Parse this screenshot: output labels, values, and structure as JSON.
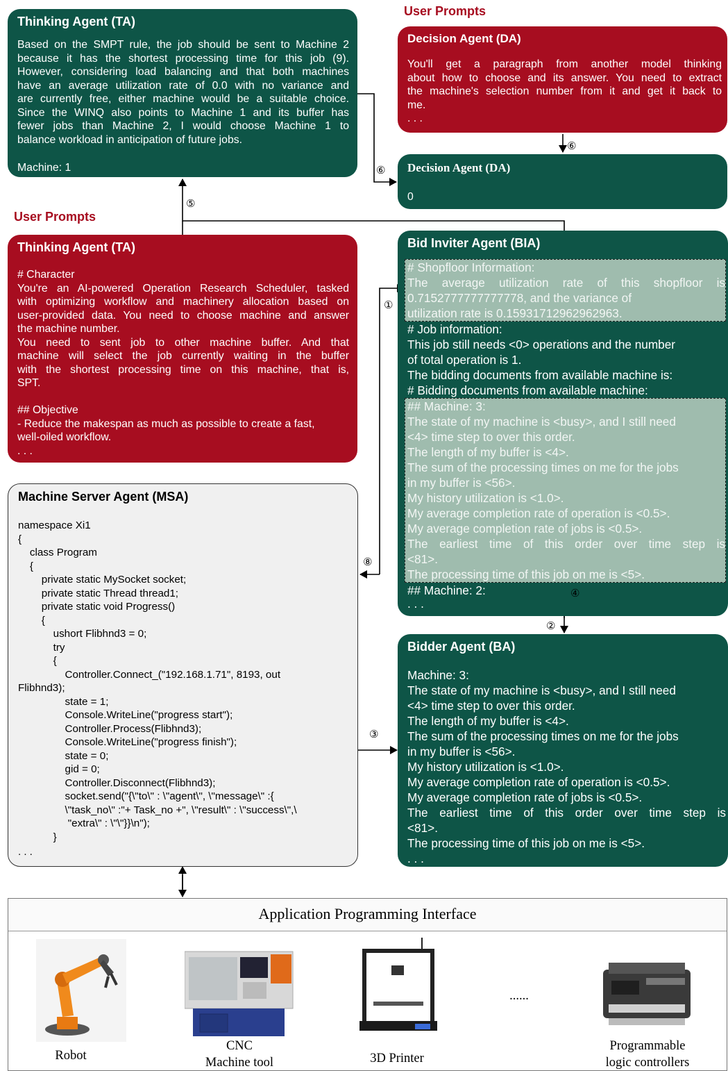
{
  "user_prompts_label": "User Prompts",
  "ta_output": {
    "title": "Thinking Agent (TA)",
    "lines": [
      "Based on the SMPT rule, the job should be sent to Machine 2",
      "because it has the shortest processing time for this job (9).",
      "However, considering load balancing and that both machines",
      "have an average utilization rate of 0.0 with no variance and",
      "are currently free, either machine would be a suitable choice.",
      "Since the WINQ also points to Machine 1 and its buffer has",
      "fewer jobs than Machine 2, I would choose Machine 1 to",
      "balance workload in anticipation of future jobs."
    ],
    "answer": "Machine: 1"
  },
  "da_prompt": {
    "title": "Decision Agent (DA)",
    "lines": [
      "You'll get a paragraph from another model thinking",
      "about how to choose and its answer. You need to extract",
      "the machine's selection number from it and get it back to",
      "me."
    ],
    "ellipsis": ". . ."
  },
  "da_output": {
    "title": "Decision Agent (DA)",
    "value": "0"
  },
  "ta_prompt": {
    "title": "Thinking Agent (TA)",
    "lines": [
      "# Character",
      "You're an AI-powered Operation Research Scheduler, tasked",
      "with optimizing workflow and machinery allocation based on",
      "user-provided data. You need to choose machine and answer",
      "the machine number.",
      "You need to sent job to other machine buffer. And that",
      "machine will select the job currently waiting in the buffer",
      "with the shortest processing time on this machine, that is,",
      "SPT.",
      "",
      "## Objective",
      "- Reduce the makespan as much as possible to create a fast,",
      "well-oiled workflow."
    ],
    "ellipsis": ". . ."
  },
  "bia": {
    "title": "Bid Inviter Agent (BIA)",
    "shopfloor": [
      "# Shopfloor Information:",
      "The average utilization rate of this shopfloor is",
      "0.7152777777777778,      and      the      variance      of",
      "utilization rate is 0.15931712962962963."
    ],
    "job_info": [
      "# Job information:",
      "This job still needs <0> operations and the number",
      "of total operation is 1.",
      "The bidding documents from available machine is:",
      "# Bidding documents from available machine:"
    ],
    "machine3": [
      "## Machine: 3:",
      "The state of my machine is <busy>, and I still need",
      "<4> time step to over this order.",
      "The length of my buffer is <4>.",
      "The sum of the processing times on me for the jobs",
      "in my buffer is <56>.",
      "My history utilization is <1.0>.",
      "My average completion rate of operation is <0.5>.",
      "My average completion rate of jobs is <0.5>.",
      "The earliest time of this order over time step is",
      "<81>.",
      "The processing time of this job on me is <5>."
    ],
    "machine2": "## Machine: 2:",
    "ellipsis": ". . ."
  },
  "ba": {
    "title": "Bidder Agent (BA)",
    "lines": [
      "Machine: 3:",
      "The state of my machine is <busy>, and I still need",
      "<4> time step to over this order.",
      "The length of my buffer is <4>.",
      "The sum of the processing times on me for the jobs",
      "in my buffer is <56>.",
      "My history utilization is <1.0>.",
      "My average completion rate of operation is <0.5>.",
      "My average completion rate of jobs is <0.5>.",
      "The earliest time of this order over time step is",
      "<81>.",
      "The processing time of this job on me is <5>."
    ],
    "ellipsis": ". . ."
  },
  "msa": {
    "title": "Machine Server Agent (MSA)",
    "code": [
      "namespace Xi1",
      "{",
      "    class Program",
      "    {",
      "        private static MySocket socket;",
      "        private static Thread thread1;",
      "        private static void Progress()",
      "        {",
      "            ushort Flibhnd3 = 0;",
      "            try",
      "            {",
      "                Controller.Connect_(\"192.168.1.71\", 8193, out",
      "Flibhnd3);",
      "                state = 1;",
      "                Console.WriteLine(\"progress start\");",
      "                Controller.Process(Flibhnd3);",
      "                Console.WriteLine(\"progress finish\");",
      "                state = 0;",
      "                gid = 0;",
      "                Controller.Disconnect(Flibhnd3);",
      "                socket.send(\"{\\\"to\\\" : \\\"agent\\\", \\\"message\\\" :{",
      "                \\\"task_no\\\" :\"+ Task_no +\", \\\"result\\\" : \\\"success\\\",\\",
      "                 \"extra\\\" : \\\"\\\"}}\\n\");",
      "            }"
    ],
    "ellipsis": ". . ."
  },
  "steps": [
    "①",
    "②",
    "③",
    "④",
    "⑤",
    "⑥",
    "⑥",
    "⑧"
  ],
  "api": {
    "title": "Application Programming Interface",
    "devices": [
      "Robot",
      "CNC\nMachine tool",
      "3D Printer",
      "Programmable\nlogic controllers"
    ],
    "more": "......"
  },
  "colors": {
    "teal": "#0e5547",
    "red": "#a70d20",
    "highlight": "#9fbcae"
  }
}
